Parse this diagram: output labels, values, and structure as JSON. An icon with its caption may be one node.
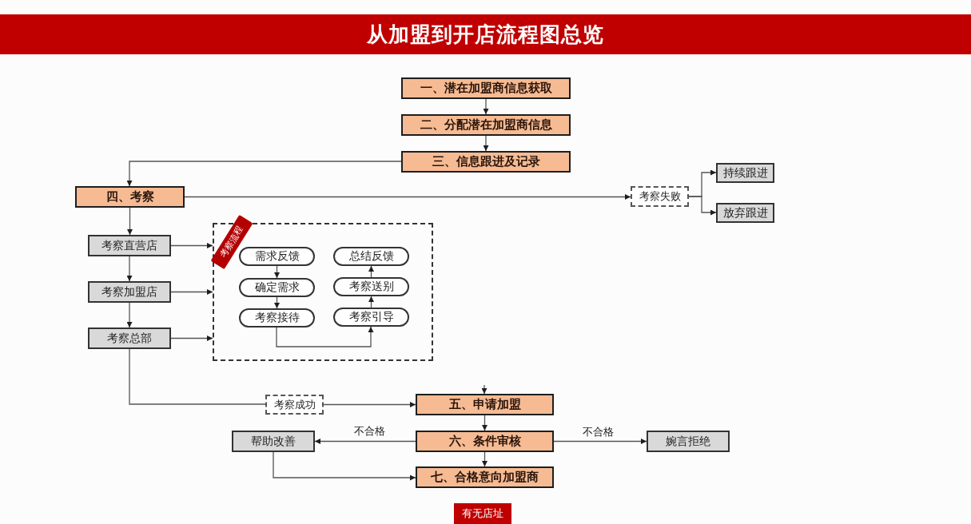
{
  "diagram": {
    "title": "从加盟到开店流程图总览",
    "nodes": [
      {
        "text": [
          "一、潜在加盟商信息获取"
        ]
      },
      {
        "text": [
          "二、分配潜在加盟商信息"
        ]
      },
      {
        "text": [
          "三、信息跟进及记录"
        ]
      },
      {
        "text": [
          "四、考察"
        ]
      },
      {
        "text": [
          "考察失败"
        ]
      },
      {
        "text": [
          "持续跟进"
        ]
      },
      {
        "text": [
          "放弃跟进"
        ]
      },
      {
        "text": [
          "考察直营店"
        ]
      },
      {
        "text": [
          "考察流程"
        ]
      },
      {
        "text": [
          "需求反馈"
        ],
        "in": 8
      },
      {
        "text": [
          "总结反馈"
        ],
        "in": 8
      },
      {
        "text": [
          "考察加盟店"
        ]
      },
      {
        "text": [
          "确定需求"
        ],
        "in": 8
      },
      {
        "text": [
          "考察送别"
        ],
        "in": 8
      },
      {
        "text": [
          "考察总部"
        ]
      },
      {
        "text": [
          "考察接待"
        ],
        "in": 8
      },
      {
        "text": [
          "考察引导"
        ],
        "in": 8
      },
      {
        "text": [
          "考察成功"
        ]
      },
      {
        "text": [
          "五、申请加盟"
        ]
      },
      {
        "text": [
          "帮助改善"
        ]
      },
      {
        "text": [
          "六、条件审核"
        ]
      },
      {
        "text": [
          "婉言拒绝"
        ]
      },
      {
        "text": [
          "七、合格意向加盟商"
        ]
      },
      {
        "text": [
          "有无店址"
        ]
      }
    ],
    "edges": [
      {
        "from": 0,
        "to": 1,
        "arrow": "to"
      },
      {
        "from": 1,
        "to": 2,
        "arrow": "to"
      },
      {
        "from": 2,
        "to": 3,
        "arrow": "to"
      },
      {
        "from": 3,
        "to": 4,
        "arrow": "to"
      },
      {
        "from": 4,
        "to": 5,
        "arrow": "to"
      },
      {
        "from": 4,
        "to": 6,
        "arrow": "to"
      },
      {
        "from": 3,
        "to": 7,
        "arrow": "to"
      },
      {
        "from": 7,
        "to": 11,
        "arrow": "to"
      },
      {
        "from": 11,
        "to": 14,
        "arrow": "to"
      },
      {
        "from": 7,
        "to": 8,
        "arrow": "to"
      },
      {
        "from": 11,
        "to": 8,
        "arrow": "to"
      },
      {
        "from": 14,
        "to": 8,
        "arrow": "to"
      },
      {
        "from": 9,
        "to": 12,
        "arrow": "to"
      },
      {
        "from": 12,
        "to": 15,
        "arrow": "to"
      },
      {
        "from": 15,
        "to": 16,
        "arrow": "to"
      },
      {
        "from": 16,
        "to": 13,
        "arrow": "to"
      },
      {
        "from": 13,
        "to": 10,
        "arrow": "to"
      },
      {
        "from": 14,
        "to": 17,
        "arrow": "none"
      },
      {
        "from": 17,
        "to": 18,
        "arrow": "to"
      },
      {
        "from": null,
        "to": 18,
        "arrow": "to"
      },
      {
        "from": 18,
        "to": 20,
        "arrow": "to"
      },
      {
        "from": 20,
        "to": 19,
        "arrow": "to",
        "label": "不合格"
      },
      {
        "from": 20,
        "to": 21,
        "arrow": "to",
        "label": "不合格"
      },
      {
        "from": 20,
        "to": 22,
        "arrow": "to"
      },
      {
        "from": 19,
        "to": 22,
        "arrow": "to"
      }
    ]
  }
}
